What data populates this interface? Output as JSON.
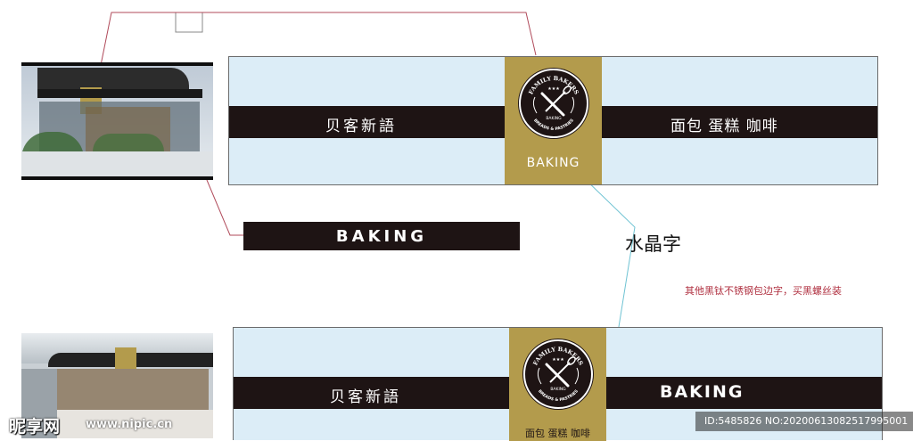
{
  "colors": {
    "panel_bg": "#dcedf7",
    "band": "#1e1414",
    "gold": "#b39b4c",
    "line_red": "#b04a5a",
    "line_cyan": "#6fc3d3",
    "note_red": "#b03040"
  },
  "logo": {
    "top_arc": "FAMILY BAKERS",
    "bottom_arc": "BREADS & PASTRIES",
    "center_label": "BAKING",
    "stars": "★★★",
    "icon": "crossed-whisk-and-rolling-pin-icon"
  },
  "sign_top": {
    "left_text": "贝客新語",
    "gold_label": "BAKING",
    "right_text": "面包  蛋糕  咖啡"
  },
  "standalone_band": {
    "text": "BAKING"
  },
  "annotations": {
    "crystal": "水晶字",
    "note": "其他黑钛不锈钢包边字，买黑螺丝装"
  },
  "sign_bottom": {
    "left_text": "贝客新語",
    "gold_label": "面包  蛋糕  咖啡",
    "right_text": "BAKING"
  },
  "watermark": {
    "brand": "昵享网",
    "url": "www.nipic.cn",
    "id": "ID:5485826 NO:20200613082517995001"
  }
}
